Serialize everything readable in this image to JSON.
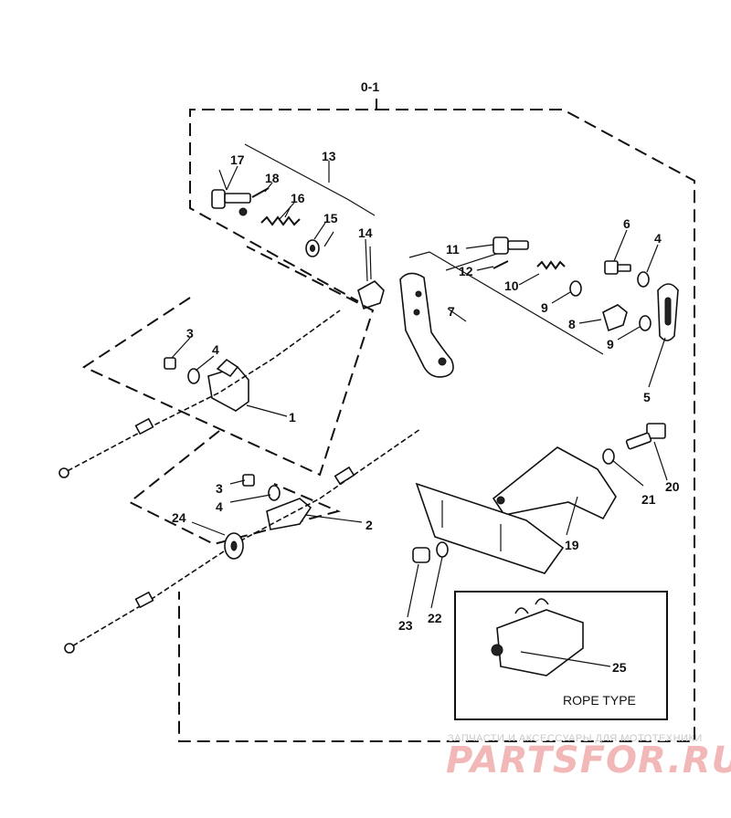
{
  "diagram": {
    "assembly_label": "0-1",
    "inset_caption": "ROPE TYPE",
    "callouts": [
      "1",
      "2",
      "3",
      "4",
      "5",
      "6",
      "7",
      "8",
      "9",
      "10",
      "11",
      "12",
      "13",
      "14",
      "15",
      "16",
      "17",
      "18",
      "19",
      "20",
      "21",
      "22",
      "23",
      "24",
      "25"
    ]
  },
  "watermark": {
    "tagline": "ЗАПЧАСТИ И АКСЕССУАРЫ ДЛЯ МОТОТЕХНИКИ",
    "brand": "PARTSFOR.RU"
  }
}
